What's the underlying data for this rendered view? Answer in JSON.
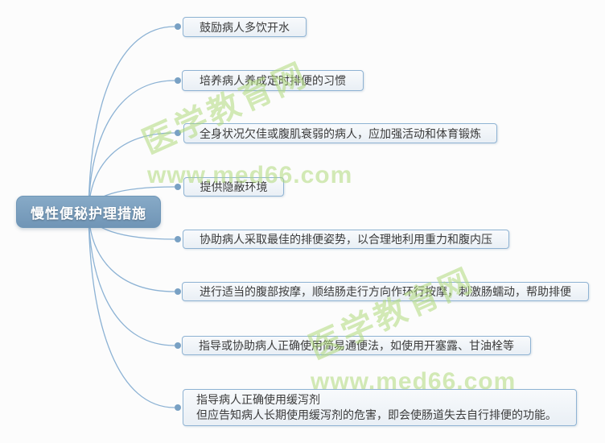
{
  "root": {
    "label": "慢性便秘护理措施"
  },
  "branches": [
    {
      "label": "鼓励病人多饮开水"
    },
    {
      "label": "培养病人养成定时排便的习惯"
    },
    {
      "label": "全身状况欠佳或腹肌衰弱的病人，应加强活动和体育锻炼"
    },
    {
      "label": "提供隐蔽环境"
    },
    {
      "label": "协助病人采取最佳的排便姿势，以合理地利用重力和腹内压"
    },
    {
      "label": "进行适当的腹部按摩，顺结肠走行方向作环行按摩，刺激肠蠕动，帮助排便"
    },
    {
      "label": "指导或协助病人正确使用简易通便法，如使用开塞露、甘油栓等"
    },
    {
      "label": "指导病人正确使用缓泻剂",
      "label2": "但应告知病人长期使用缓泻剂的危害，即会使肠道失去自行排便的功能。"
    }
  ],
  "watermark": {
    "site_name": "医学教育网",
    "site_url": "www.med66.com"
  },
  "colors": {
    "node_fill": "#7ca1c0",
    "branch_border": "#8fb3d3",
    "branch_fill": "#eef3f8",
    "connector": "#8cb2d4",
    "watermark_green": "#cbe7a6",
    "background": "#fcfcfc"
  }
}
